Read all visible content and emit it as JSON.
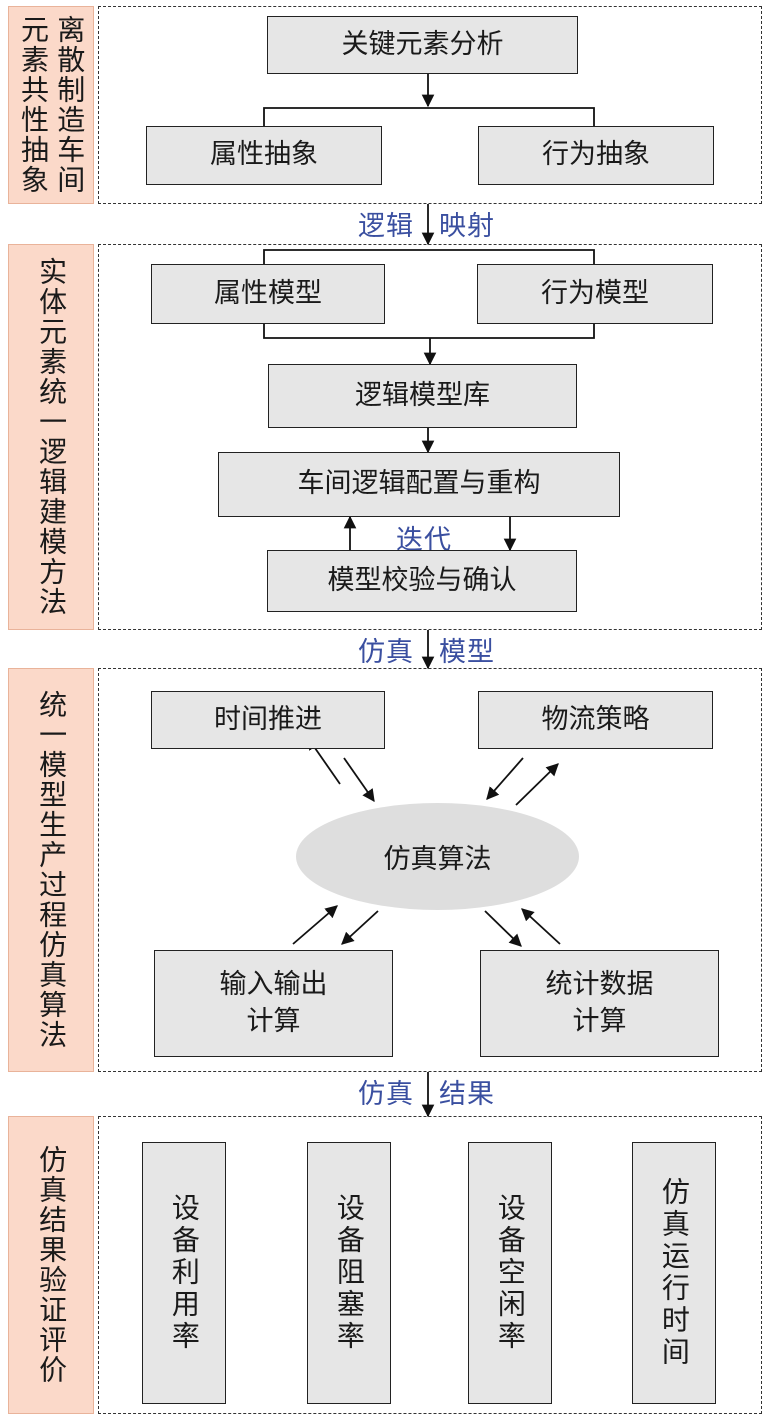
{
  "sections": [
    {
      "label_columns": [
        "离散制造车间",
        "元素共性抽象"
      ]
    },
    {
      "label_columns": [
        "实体元素统一逻辑建模方法"
      ]
    },
    {
      "label_columns": [
        "统一模型生产过程仿真算法"
      ]
    },
    {
      "label_columns": [
        "仿真结果验证评价"
      ]
    }
  ],
  "s1": {
    "key_analysis": "关键元素分析",
    "attr_abstract": "属性抽象",
    "behavior_abstract": "行为抽象"
  },
  "connector1": {
    "left": "逻辑",
    "right": "映射"
  },
  "s2": {
    "attr_model": "属性模型",
    "behavior_model": "行为模型",
    "logic_library": "逻辑模型库",
    "config": "车间逻辑配置与重构",
    "iterate": "迭代",
    "verify": "模型校验与确认"
  },
  "connector2": {
    "left": "仿真",
    "right": "模型"
  },
  "s3": {
    "time": "时间推进",
    "logistics": "物流策略",
    "algorithm": "仿真算法",
    "io_line1": "输入输出",
    "io_line2": "计算",
    "stats_line1": "统计数据",
    "stats_line2": "计算"
  },
  "connector3": {
    "left": "仿真",
    "right": "结果"
  },
  "s4": {
    "m1": "设备利用率",
    "m2": "设备阻塞率",
    "m3": "设备空闲率",
    "m4": "仿真运行时间"
  }
}
